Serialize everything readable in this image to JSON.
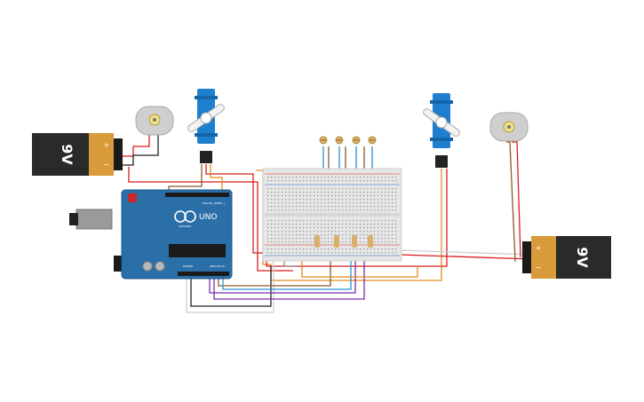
{
  "battery_left": {
    "label": "9V",
    "plus": "+",
    "minus": "−"
  },
  "battery_right": {
    "label": "9V",
    "plus": "+",
    "minus": "−"
  },
  "arduino": {
    "logo_text": "UNO",
    "brand": "ARDUINO",
    "digital_label": "DIGITAL (PWM~)",
    "power_label": "POWER",
    "analog_label": "ANALOG IN"
  },
  "colors": {
    "board": "#2b6fa8",
    "breadboard": "#e6e6e6",
    "battery_body": "#2a2a2a",
    "battery_terminal": "#d99a3a",
    "servo": "#1f7fcf",
    "wire_red": "#d81e1e",
    "wire_black": "#222222",
    "wire_orange": "#e08a1e",
    "wire_blue": "#2a8fd0",
    "wire_purple": "#7b2fa8",
    "wire_brown": "#8a5a2a",
    "wire_white": "#cfcfcf"
  },
  "icons": [
    "motor-left-icon",
    "motor-right-icon",
    "servo-left-icon",
    "servo-right-icon",
    "usb-connector-icon",
    "power-jack-icon",
    "photoresistor-icon"
  ]
}
